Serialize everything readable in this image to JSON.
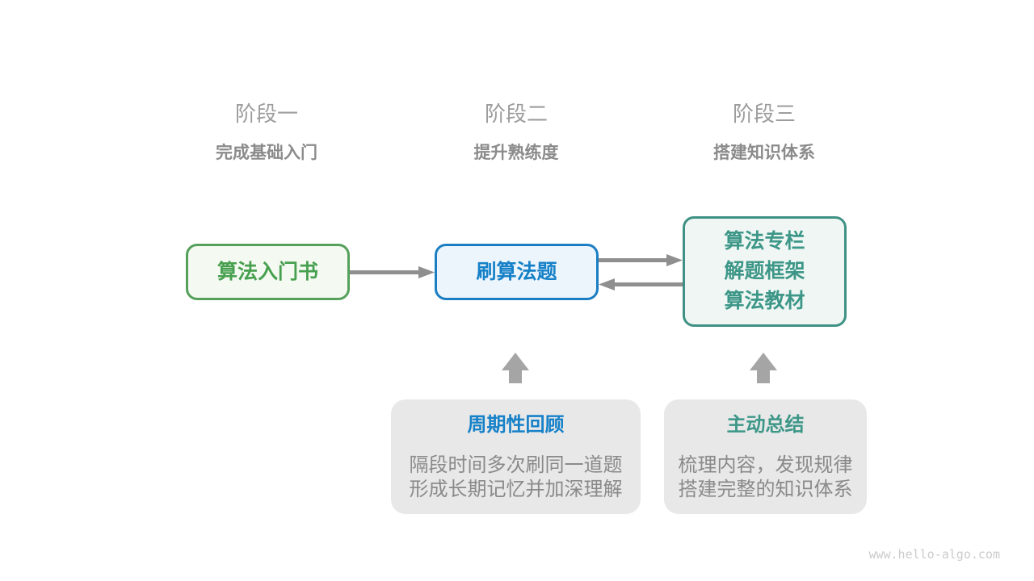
{
  "stages": [
    {
      "label": "阶段一",
      "subtitle": "完成基础入门"
    },
    {
      "label": "阶段二",
      "subtitle": "提升熟练度"
    },
    {
      "label": "阶段三",
      "subtitle": "搭建知识体系"
    }
  ],
  "nodes": [
    {
      "id": "intro-book",
      "lines": [
        "算法入门书"
      ],
      "color": "#47a04f",
      "border": "#55a05a",
      "bg": "#f4f9f1"
    },
    {
      "id": "practice-problems",
      "lines": [
        "刷算法题"
      ],
      "color": "#1681c8",
      "border": "#1b7ec2",
      "bg": "#edf5fc"
    },
    {
      "id": "knowledge-sources",
      "lines": [
        "算法专栏",
        "解题框架",
        "算法教材"
      ],
      "color": "#3d9788",
      "border": "#3e9184",
      "bg": "#eff6f3"
    }
  ],
  "notes": [
    {
      "title": "周期性回顾",
      "title_color": "#1681c8",
      "body": [
        "隔段时间多次刷同一道题",
        "形成长期记忆并加深理解"
      ]
    },
    {
      "title": "主动总结",
      "title_color": "#3d9788",
      "body": [
        "梳理内容，发现规律",
        "搭建完整的知识体系"
      ]
    }
  ],
  "arrows": {
    "color": "#8f8f8f",
    "up_color": "#a5a5a5",
    "connections": [
      "intro-book -> practice-problems",
      "practice-problems -> knowledge-sources",
      "knowledge-sources -> practice-problems",
      "note-periodic-review -> practice-problems (up)",
      "note-active-summary -> knowledge-sources (up)"
    ]
  },
  "watermark": "www.hello-algo.com"
}
